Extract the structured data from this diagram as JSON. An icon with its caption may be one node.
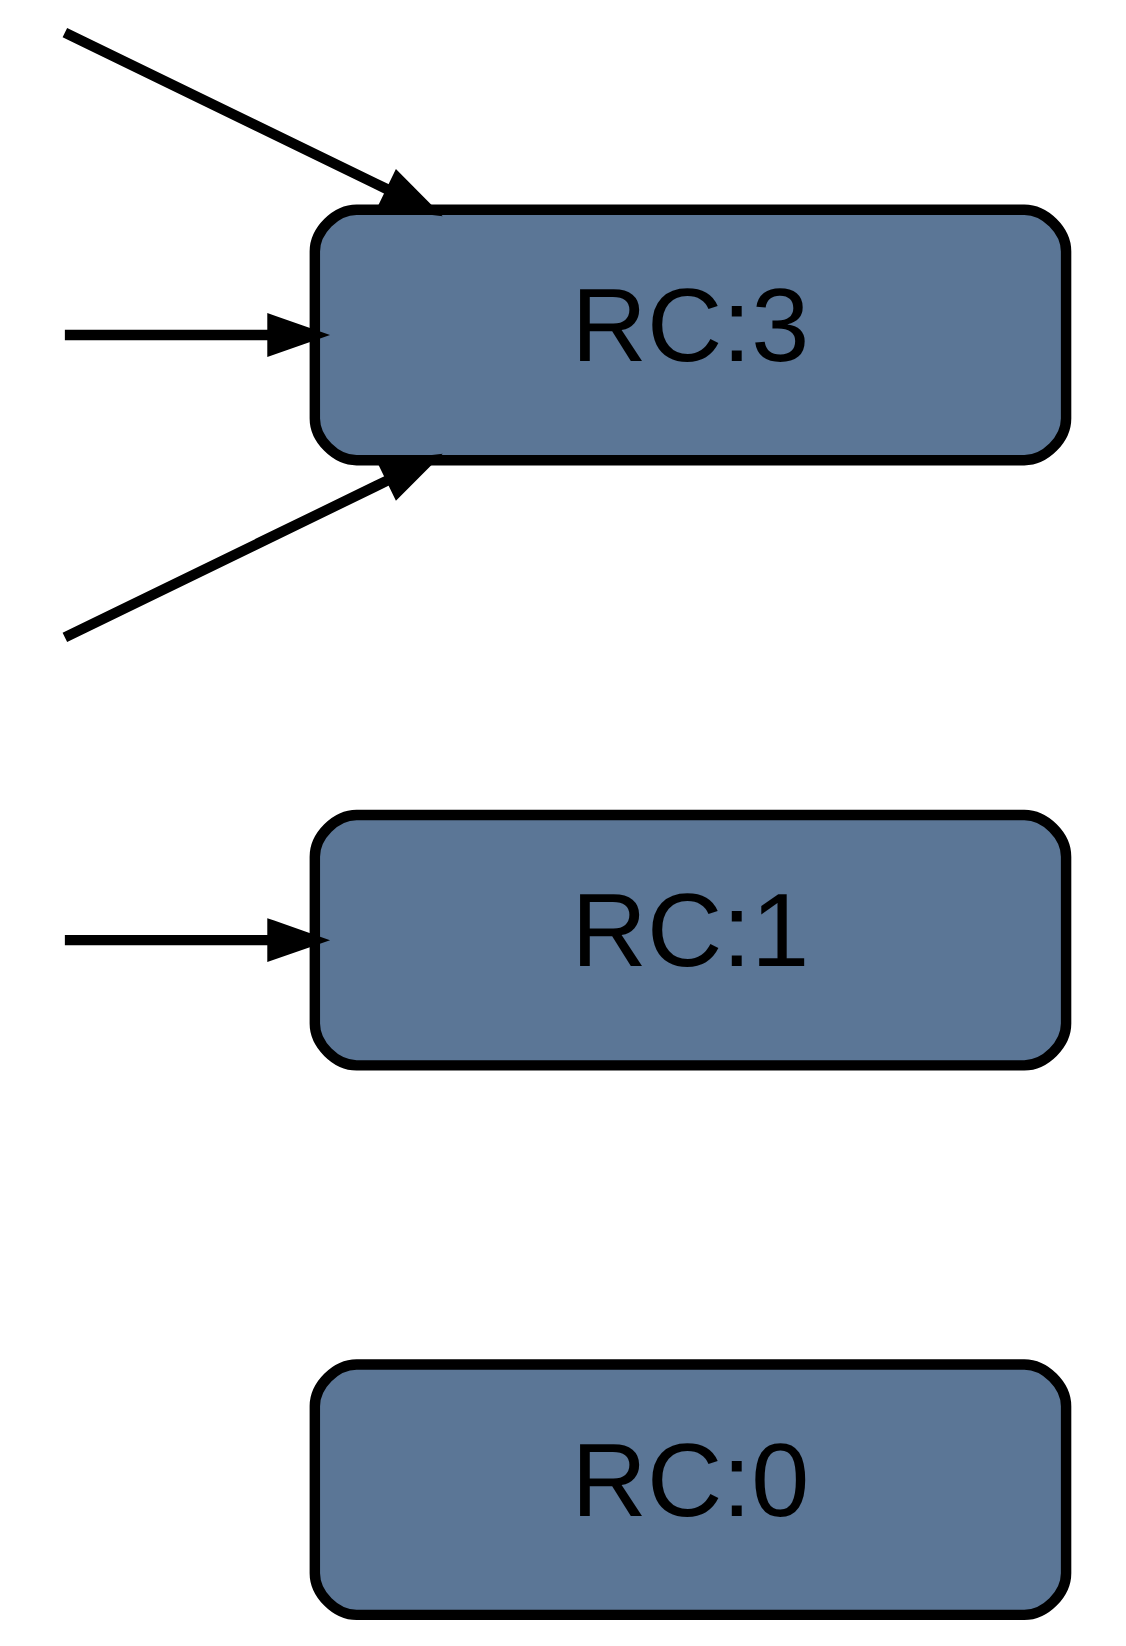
{
  "diagram": {
    "nodes": [
      {
        "text": [
          "RC:0"
        ]
      },
      {
        "text": [
          "RC:1"
        ]
      },
      {
        "text": [
          "RC:3"
        ]
      }
    ],
    "edges": [
      {
        "from": null,
        "to": 1,
        "arrow": "to"
      },
      {
        "from": null,
        "to": 2,
        "arrow": "to"
      },
      {
        "from": null,
        "to": 2,
        "arrow": "to"
      },
      {
        "from": null,
        "to": 2,
        "arrow": "to"
      }
    ]
  }
}
